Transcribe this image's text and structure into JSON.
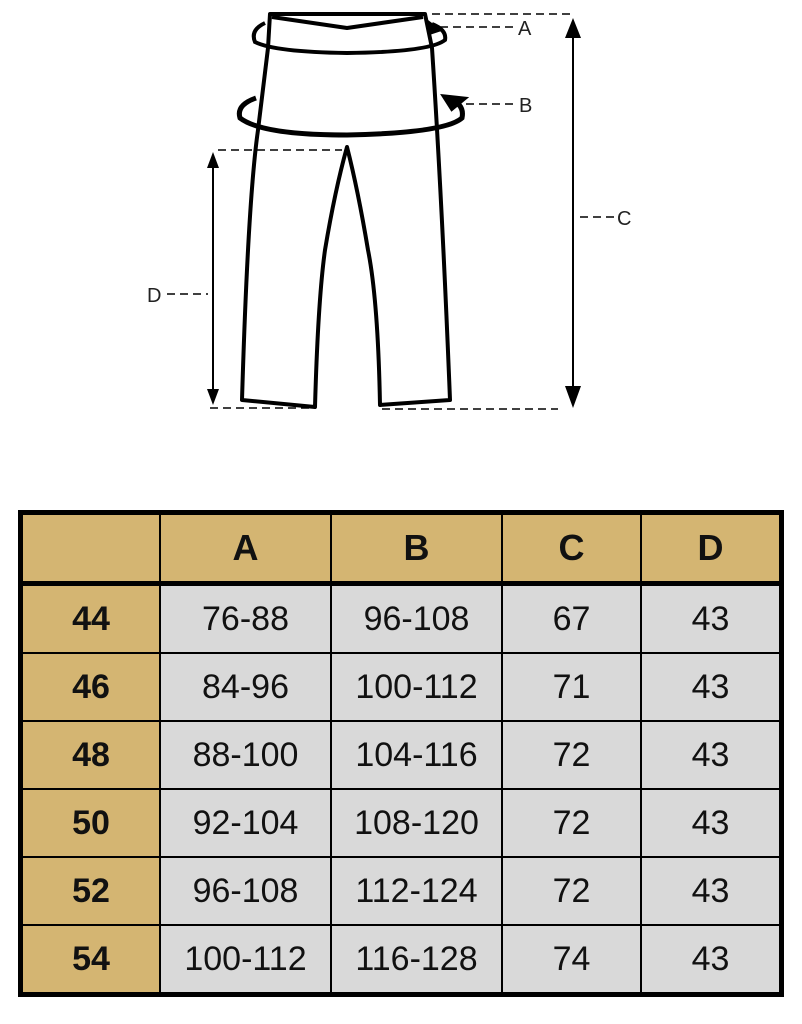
{
  "diagram": {
    "labels": {
      "a": "A",
      "b": "B",
      "c": "C",
      "d": "D"
    }
  },
  "table": {
    "headers": [
      "",
      "A",
      "B",
      "C",
      "D"
    ],
    "rows": [
      {
        "size": "44",
        "a": "76-88",
        "b": "96-108",
        "c": "67",
        "d": "43"
      },
      {
        "size": "46",
        "a": "84-96",
        "b": "100-112",
        "c": "71",
        "d": "43"
      },
      {
        "size": "48",
        "a": "88-100",
        "b": "104-116",
        "c": "72",
        "d": "43"
      },
      {
        "size": "50",
        "a": "92-104",
        "b": "108-120",
        "c": "72",
        "d": "43"
      },
      {
        "size": "52",
        "a": "96-108",
        "b": "112-124",
        "c": "72",
        "d": "43"
      },
      {
        "size": "54",
        "a": "100-112",
        "b": "116-128",
        "c": "74",
        "d": "43"
      }
    ]
  },
  "colors": {
    "header_bg": "#d4b572",
    "cell_bg": "#d9d9d9"
  }
}
